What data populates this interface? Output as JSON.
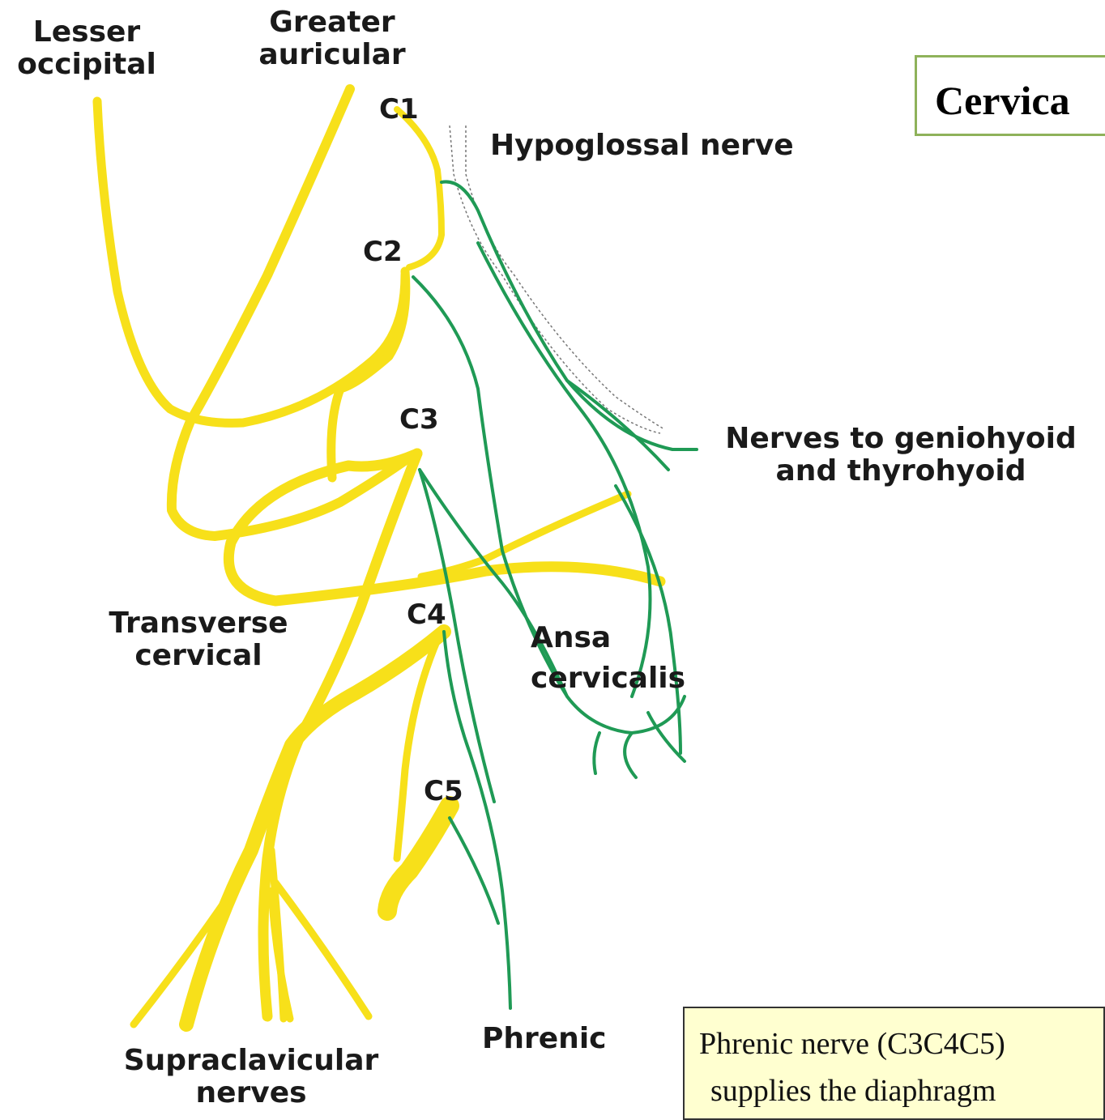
{
  "title": "Cervica",
  "labels": {
    "lesser_occipital": [
      "Lesser",
      "occipital"
    ],
    "greater_auricular": [
      "Greater",
      "auricular"
    ],
    "c1": "C1",
    "c2": "C2",
    "c3": "C3",
    "c4": "C4",
    "c5": "C5",
    "hypoglossal": "Hypoglossal nerve",
    "geniohyoid": [
      "Nerves to geniohyoid",
      "and thyrohyoid"
    ],
    "transverse_cervical": [
      "Transverse",
      "cervical"
    ],
    "ansa_cervicalis": [
      "Ansa",
      "cervicalis"
    ],
    "phrenic": "Phrenic",
    "supraclavicular": [
      "Supraclavicular",
      "nerves"
    ]
  },
  "note": [
    "Phrenic nerve (C3C4C5)",
    "supplies the diaphragm"
  ],
  "colors": {
    "sensory_nerve": "#f7e01a",
    "sensory_outline": "#b8a400",
    "motor_nerve": "#1f9a55",
    "hypoglossal_outline": "#777777",
    "title_border": "#8fb25a",
    "note_background": "#ffffd0"
  }
}
